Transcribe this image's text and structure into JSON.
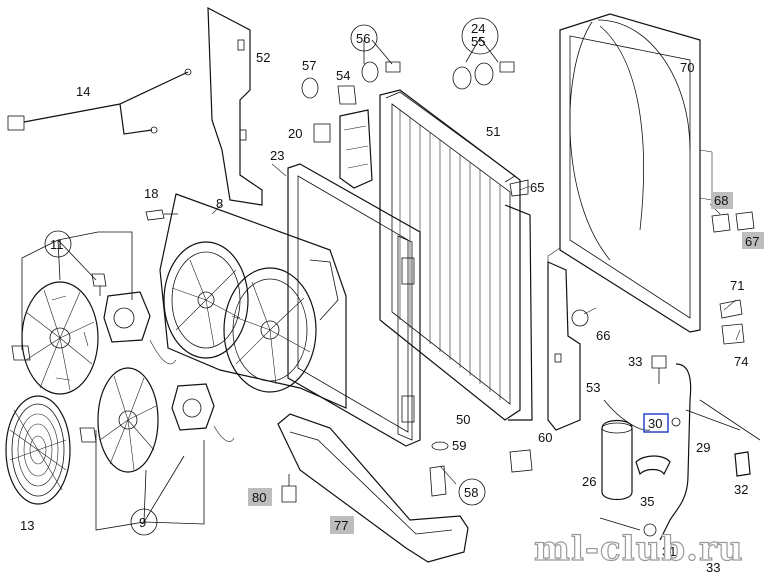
{
  "diagram": {
    "watermark": "ml-club.ru",
    "highlight_color": "#bdbdbd",
    "selected_color": "#2a44c8",
    "labels": {
      "p8": "8",
      "p9": "9",
      "p11": "11",
      "p13": "13",
      "p14": "14",
      "p18": "18",
      "p20": "20",
      "p23": "23",
      "p24": "24",
      "p26": "26",
      "p29": "29",
      "p30": "30",
      "p31": "31",
      "p32": "32",
      "p33a": "33",
      "p33b": "33",
      "p35": "35",
      "p50": "50",
      "p51": "51",
      "p52": "52",
      "p53": "53",
      "p54": "54",
      "p55": "55",
      "p56": "56",
      "p57": "57",
      "p58": "58",
      "p59": "59",
      "p60": "60",
      "p65": "65",
      "p66": "66",
      "p67": "67",
      "p68": "68",
      "p70": "70",
      "p71": "71",
      "p74": "74",
      "p77": "77",
      "p80": "80"
    }
  }
}
